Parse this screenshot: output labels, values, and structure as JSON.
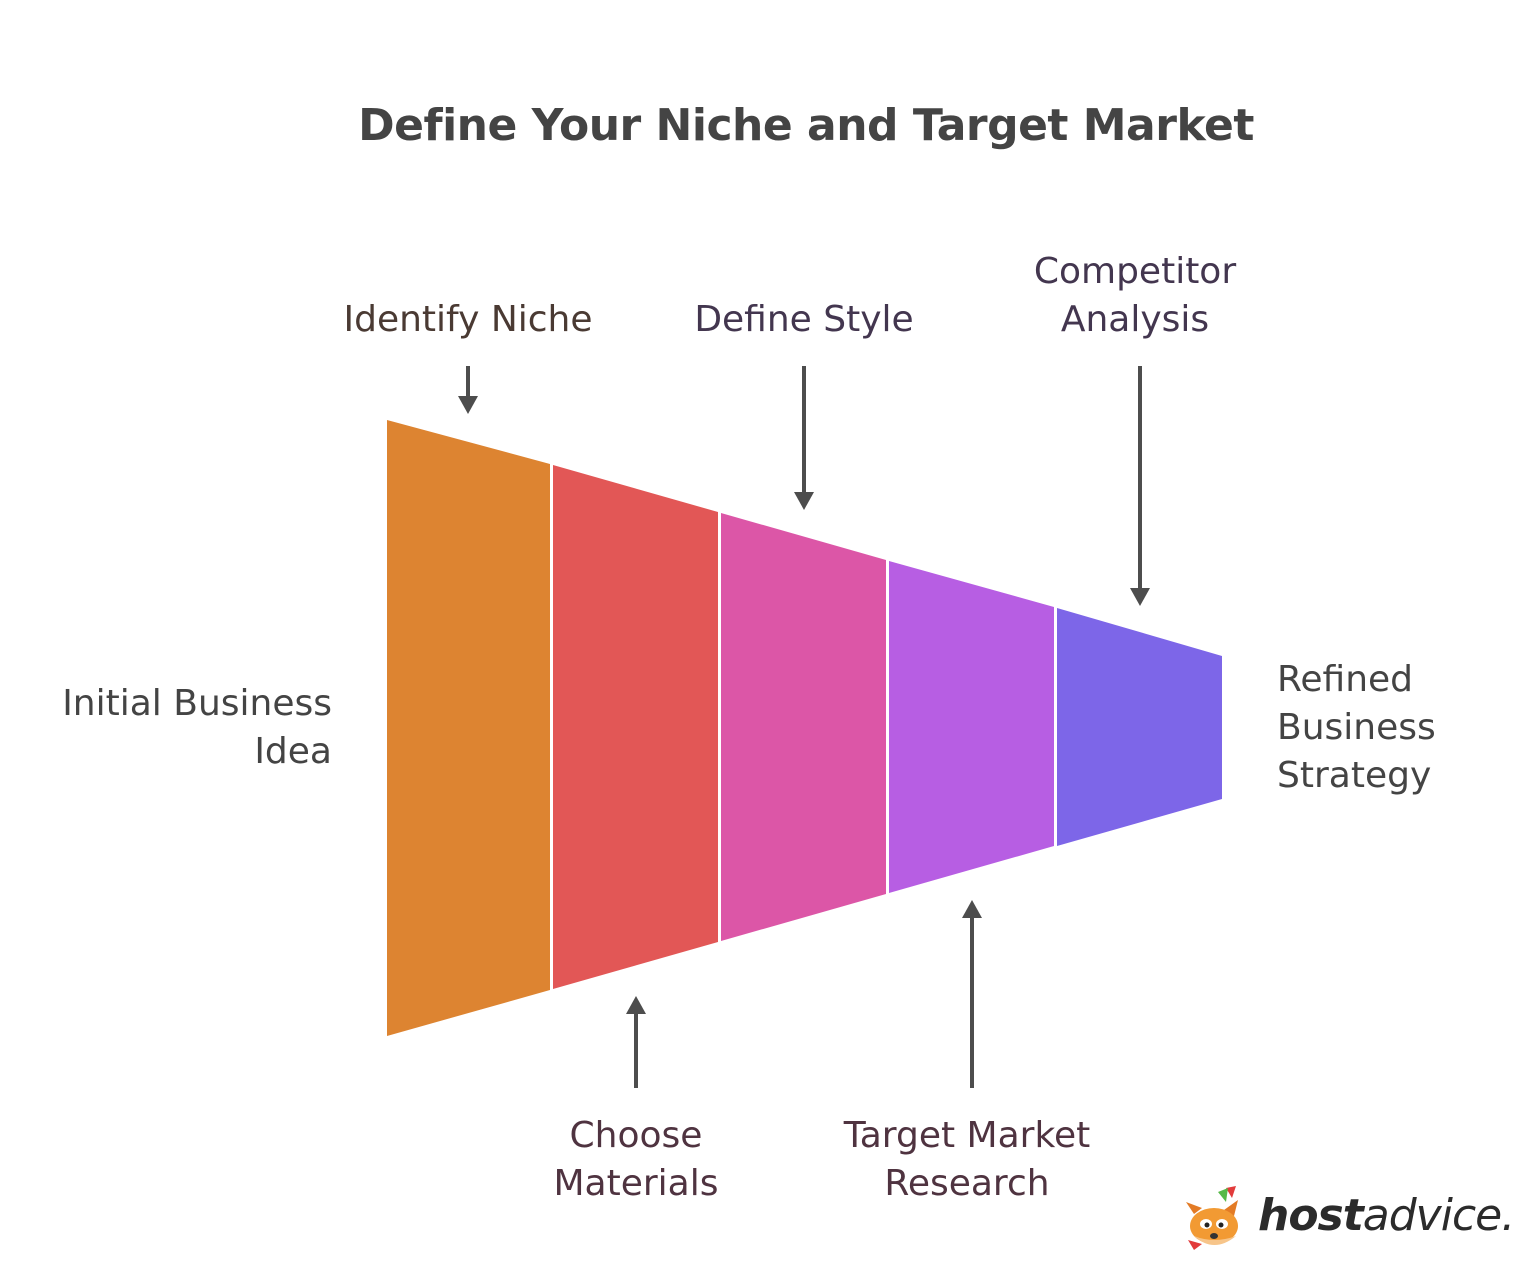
{
  "title": "Define Your Niche and Target Market",
  "input_label": "Initial Business\nIdea",
  "output_label": "Refined\nBusiness\nStrategy",
  "stages": [
    {
      "label": "Identify Niche",
      "color": "#DD8431",
      "position": "top"
    },
    {
      "label": "Choose\nMaterials",
      "color": "#E25756",
      "position": "bottom"
    },
    {
      "label": "Define Style",
      "color": "#DC56A7",
      "position": "top"
    },
    {
      "label": "Target Market\nResearch",
      "color": "#B75EE3",
      "position": "bottom"
    },
    {
      "label": "Competitor\nAnalysis",
      "color": "#7D66E8",
      "position": "top"
    }
  ],
  "arrow_color": "#4d4d4d",
  "brand": {
    "bold": "host",
    "regular": "advice."
  }
}
